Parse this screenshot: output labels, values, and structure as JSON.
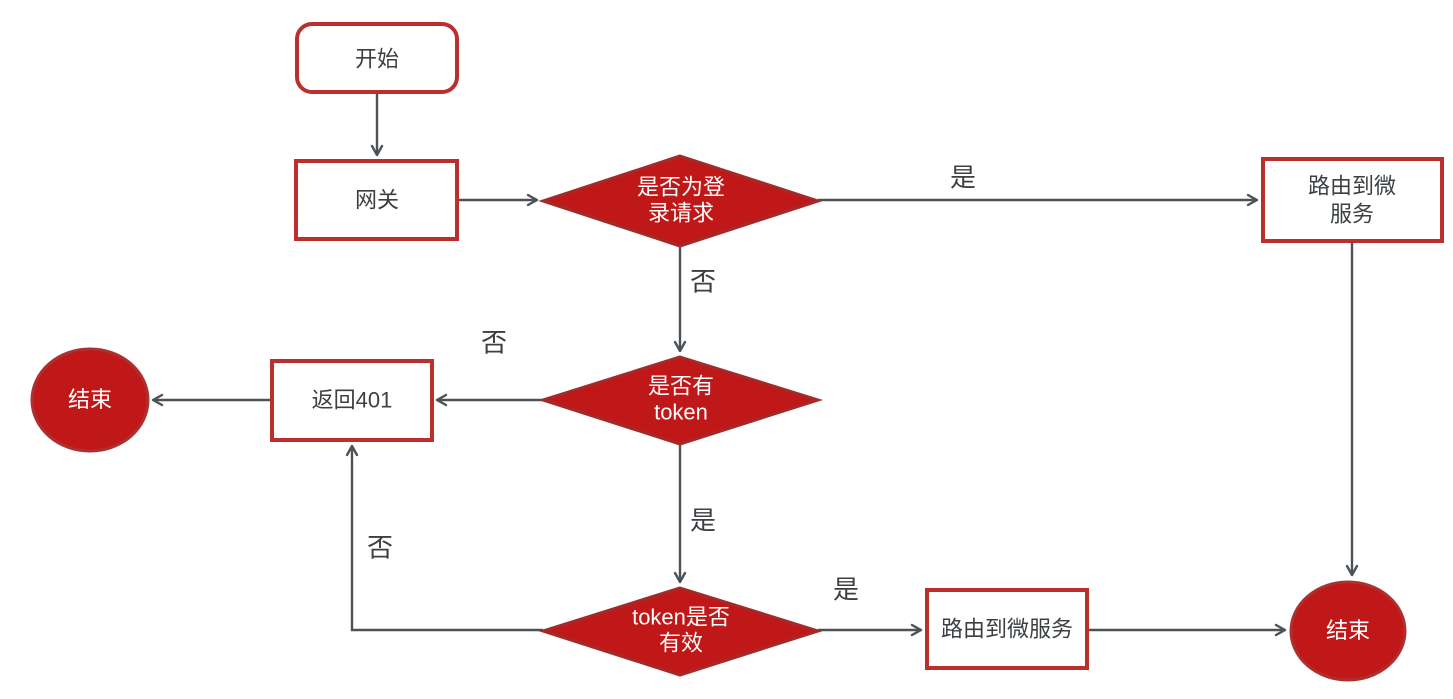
{
  "diagram": {
    "colors": {
      "shape_fill": "#C01818",
      "shape_stroke": "#A42A2A",
      "box_border": "#BB2F2F",
      "line": "#4D5257",
      "text_dark": "#3C4043",
      "text_light": "#FFFFFF"
    },
    "nodes": {
      "start": "开始",
      "gateway": "网关",
      "is_login_request": "是否为登\n录请求",
      "route_top": "路由到微服务",
      "has_token": "是否有\ntoken",
      "return_401": "返回401",
      "end_left": "结束",
      "token_valid": "token是否\n有效",
      "route_bottom": "路由到微服务",
      "end_right": "结束"
    },
    "edge_labels": {
      "login_yes": "是",
      "login_no": "否",
      "token_no": "否",
      "token_yes": "是",
      "valid_no": "否",
      "valid_yes": "是"
    }
  }
}
